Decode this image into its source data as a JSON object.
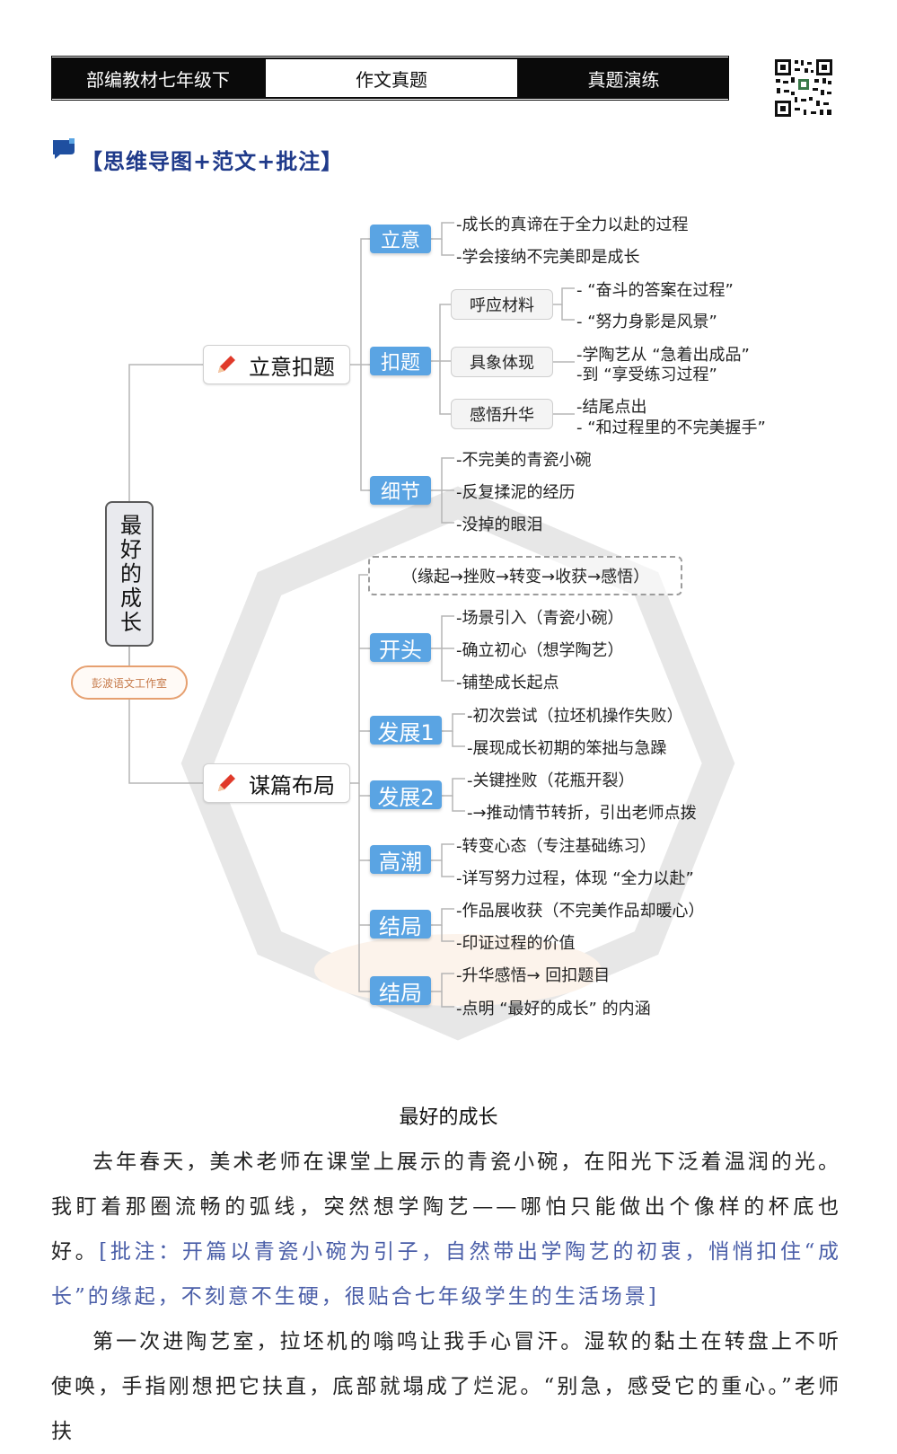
{
  "header": {
    "left": "部编教材七年级下",
    "middle": "作文真题",
    "right": "真题演练"
  },
  "section_title": "【思维导图+范文+批注】",
  "mindmap": {
    "root": "最好的成长",
    "studio": "彭波语文工作室",
    "branch1": {
      "label": "立意扣题",
      "tags": {
        "liyi": "立意",
        "kouti": "扣题",
        "xijie": "细节"
      },
      "liyi_leaves": [
        "-成长的真谛在于全力以赴的过程",
        "-学会接纳不完美即是成长"
      ],
      "kouti_subs": [
        {
          "label": "呼应材料",
          "leaves": [
            "- “奋斗的答案在过程”",
            "- “努力身影是风景”"
          ]
        },
        {
          "label": "具象体现",
          "leaves": [
            "-学陶艺从 “急着出成品”",
            "-到 “享受练习过程”"
          ]
        },
        {
          "label": "感悟升华",
          "leaves": [
            "-结尾点出",
            "- “和过程里的不完美握手”"
          ]
        }
      ],
      "xijie_leaves": [
        "-不完美的青瓷小碗",
        "-反复揉泥的经历",
        "-没掉的眼泪"
      ]
    },
    "flow": "（缘起→挫败→转变→收获→感悟）",
    "branch2": {
      "label": "谋篇布局",
      "groups": [
        {
          "tag": "开头",
          "leaves": [
            "-场景引入（青瓷小碗）",
            "-确立初心（想学陶艺）",
            "-铺垫成长起点"
          ]
        },
        {
          "tag": "发展1",
          "leaves": [
            "-初次尝试（拉坯机操作失败）",
            "-展现成长初期的笨拙与急躁"
          ]
        },
        {
          "tag": "发展2",
          "leaves": [
            "-关键挫败（花瓶开裂）",
            "-→推动情节转折，引出老师点拨"
          ]
        },
        {
          "tag": "高潮",
          "leaves": [
            "-转变心态（专注基础练习）",
            "-详写努力过程，体现 “全力以赴”"
          ]
        },
        {
          "tag": "结局",
          "leaves": [
            "-作品展收获（不完美作品却暖心）",
            "-印证过程的价值"
          ]
        },
        {
          "tag": "结局",
          "leaves": [
            "-升华感悟→ 回扣题目",
            "-点明 “最好的成长” 的内涵"
          ]
        }
      ]
    }
  },
  "essay": {
    "title": "最好的成长",
    "p1_text": "去年春天，美术老师在课堂上展示的青瓷小碗，在阳光下泛着温润的光。我盯着那圈流畅的弧线，突然想学陶艺——哪怕只能做出个像样的杯底也好。",
    "p1_note": "[批注：开篇以青瓷小碗为引子，自然带出学陶艺的初衷，悄悄扣住“成长”的缘起，不刻意不生硬，很贴合七年级学生的生活场景]",
    "p2_text": "第一次进陶艺室，拉坯机的嗡鸣让我手心冒汗。湿软的黏土在转盘上不听使唤，手指刚想把它扶直，底部就塌成了烂泥。“别急，感受它的重心。”老师扶"
  }
}
